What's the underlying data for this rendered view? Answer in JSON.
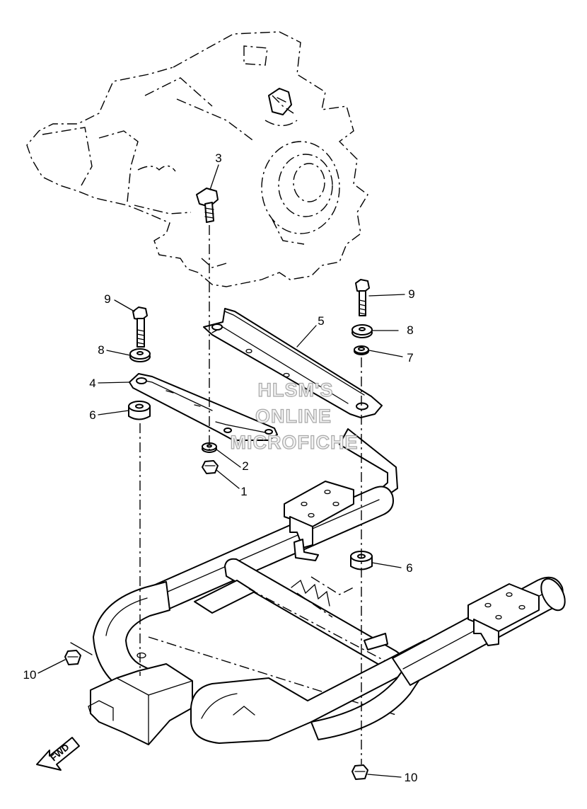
{
  "diagram": {
    "callouts": [
      {
        "id": "c1",
        "text": "1"
      },
      {
        "id": "c2",
        "text": "2"
      },
      {
        "id": "c3",
        "text": "3"
      },
      {
        "id": "c4",
        "text": "4"
      },
      {
        "id": "c5",
        "text": "5"
      },
      {
        "id": "c6a",
        "text": "6"
      },
      {
        "id": "c6b",
        "text": "6"
      },
      {
        "id": "c7",
        "text": "7"
      },
      {
        "id": "c8a",
        "text": "8"
      },
      {
        "id": "c8b",
        "text": "8"
      },
      {
        "id": "c9a",
        "text": "9"
      },
      {
        "id": "c9b",
        "text": "9"
      },
      {
        "id": "c10a",
        "text": "10"
      },
      {
        "id": "c10b",
        "text": "10"
      }
    ],
    "watermark": {
      "line1": "HLSM'S",
      "line2": "ONLINE",
      "line3": "MICROFICHE"
    },
    "direction_arrow": {
      "label": "FWD"
    }
  }
}
